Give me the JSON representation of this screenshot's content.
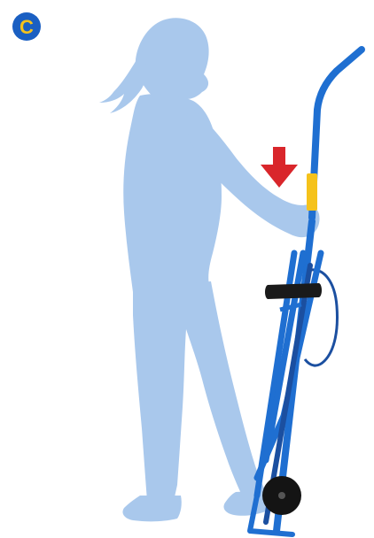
{
  "step": {
    "letter": "C"
  },
  "icons": {
    "badge": "step-letter-badge",
    "arrow": "down-arrow-icon",
    "figure": "person-silhouette",
    "cart": "hand-truck",
    "wheel": "wheel-icon",
    "strap": "strap-band",
    "grip": "grip-handle"
  },
  "colors": {
    "badge_fill": "#1a5fc2",
    "badge_letter": "#f5c21b",
    "silhouette": "#a9c8ec",
    "cart_blue": "#1f6fd1",
    "cart_dark": "#1b4fa0",
    "arrow_red": "#d9262b",
    "grip_yellow": "#f5c21b",
    "strap_black": "#1a1a1a",
    "wheel_black": "#141414"
  }
}
